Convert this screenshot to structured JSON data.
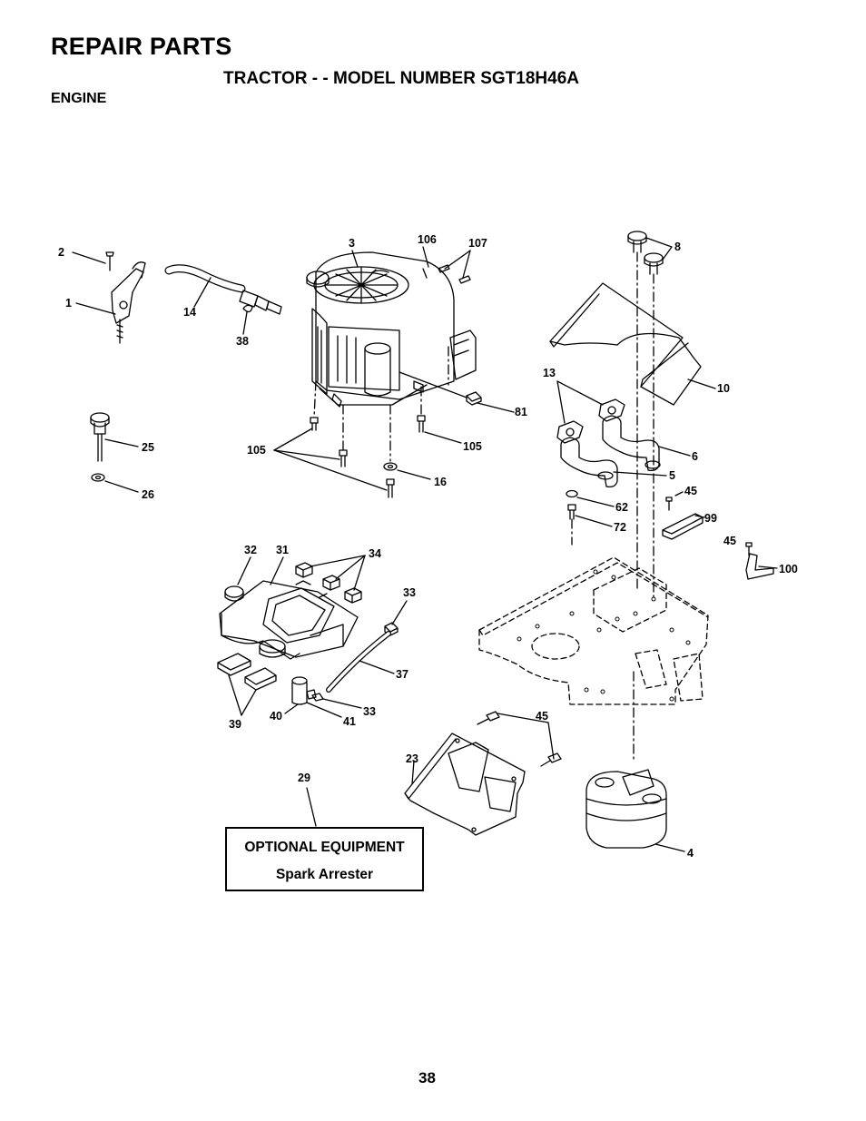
{
  "header": {
    "title": "REPAIR PARTS",
    "subtitle": "TRACTOR - - MODEL NUMBER SGT18H46A",
    "section": "ENGINE"
  },
  "callouts": [
    "2",
    "1",
    "14",
    "38",
    "3",
    "106",
    "107",
    "8",
    "10",
    "13",
    "6",
    "5",
    "81",
    "25",
    "26",
    "105",
    "105",
    "16",
    "62",
    "72",
    "45",
    "99",
    "45",
    "100",
    "32",
    "31",
    "34",
    "33",
    "37",
    "40",
    "41",
    "33",
    "39",
    "45",
    "23",
    "29",
    "4"
  ],
  "optional_box": {
    "title": "OPTIONAL EQUIPMENT",
    "item": "Spark Arrester"
  },
  "page_number": "38"
}
